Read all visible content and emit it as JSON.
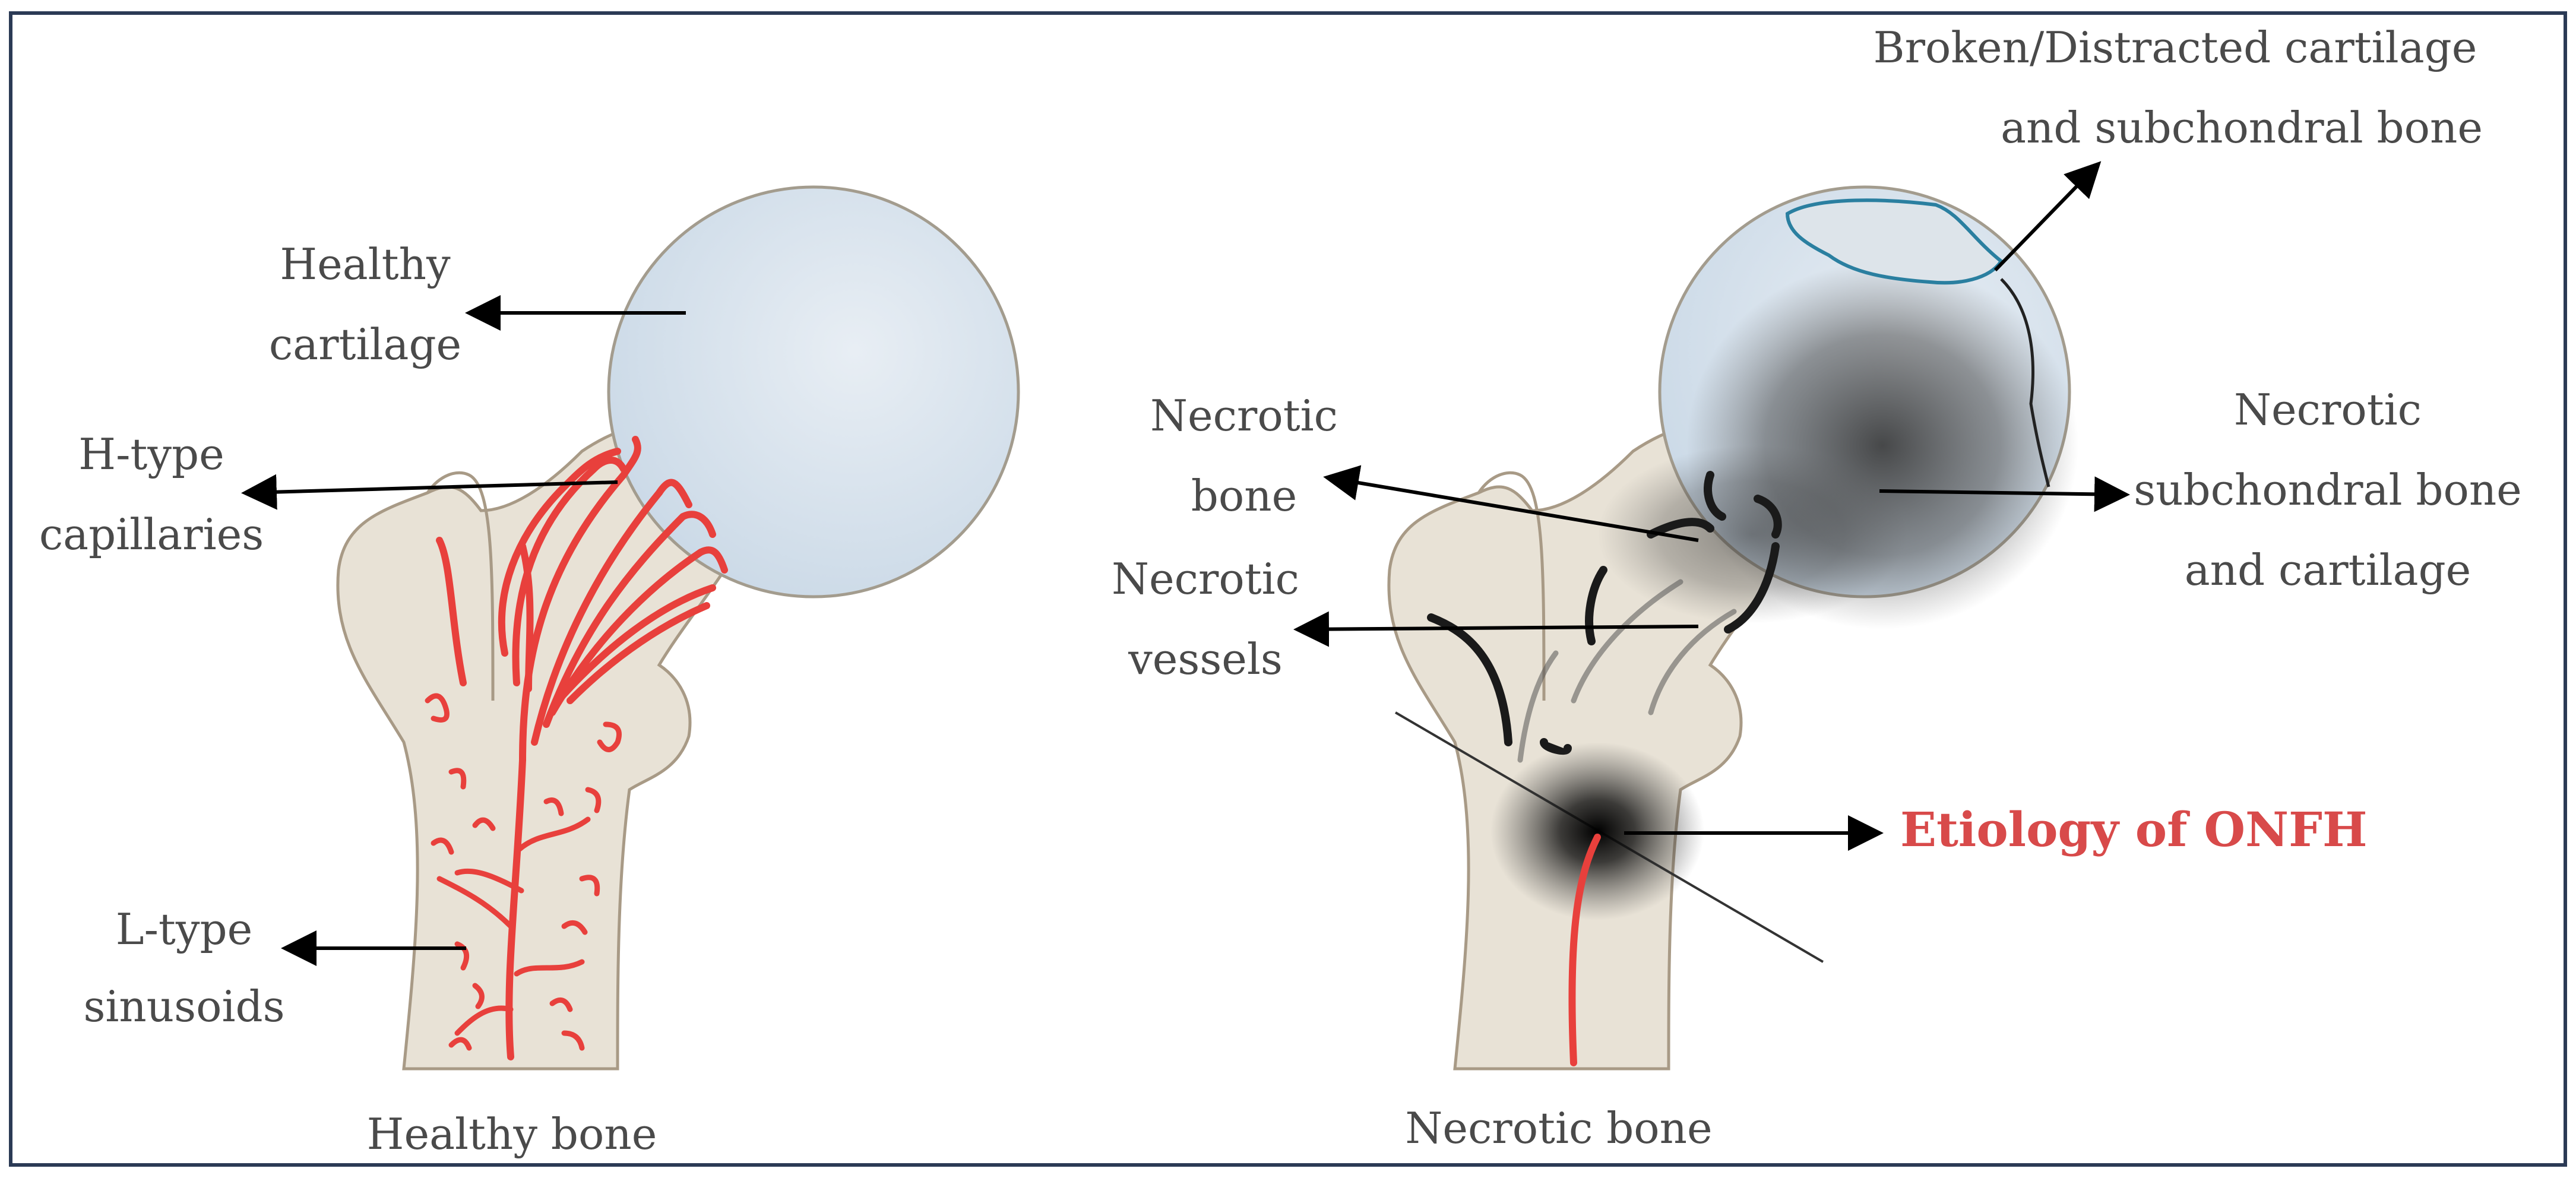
{
  "labels": {
    "healthy_cartilage_1": "Healthy",
    "healthy_cartilage_2": "cartilage",
    "htype_1": "H-type",
    "htype_2": "capillaries",
    "ltype_1": "L-type",
    "ltype_2": "sinusoids",
    "healthy_bone": "Healthy bone",
    "broken_1": "Broken/Distracted cartilage",
    "broken_2": "and subchondral bone",
    "necrotic_bone_1": "Necrotic",
    "necrotic_bone_2": "bone",
    "necrotic_vessels_1": "Necrotic",
    "necrotic_vessels_2": "vessels",
    "necrotic_sub_1": "Necrotic",
    "necrotic_sub_2": "subchondral bone",
    "necrotic_sub_3": "and cartilage",
    "etiology": "Etiology of ONFH",
    "necrotic_bone_caption": "Necrotic bone"
  },
  "colors": {
    "vessel": "#e8403c",
    "etiology_text": "#d84a4a",
    "frame": "#2b3a55"
  }
}
